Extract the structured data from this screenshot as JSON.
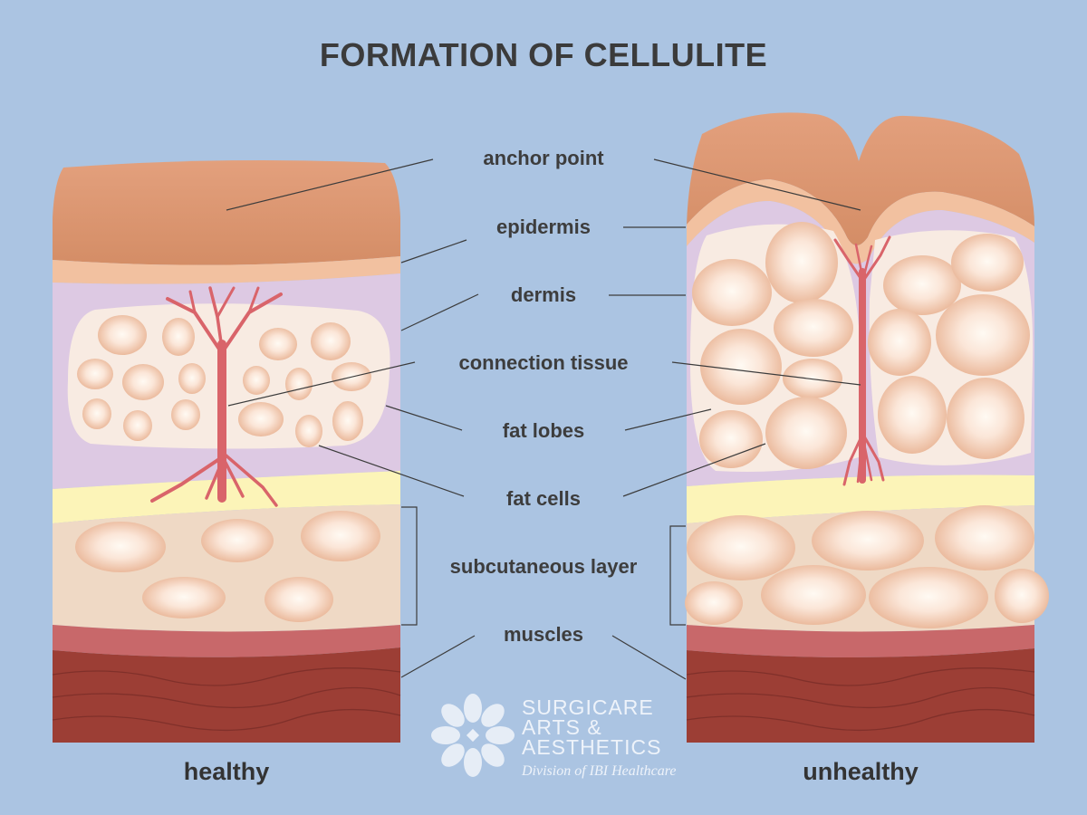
{
  "title": "FORMATION OF CELLULITE",
  "labels": {
    "anchor_point": "anchor point",
    "epidermis": "epidermis",
    "dermis": "dermis",
    "connection_tissue": "connection tissue",
    "fat_lobes": "fat lobes",
    "fat_cells": "fat cells",
    "subcutaneous_layer": "subcutaneous layer",
    "muscles": "muscles"
  },
  "captions": {
    "healthy": "healthy",
    "unhealthy": "unhealthy"
  },
  "logo": {
    "line1": "SURGICARE",
    "line2": "ARTS &",
    "line3": "AESTHETICS",
    "tagline": "Division of IBI Healthcare"
  },
  "colors": {
    "background": "#abc4e2",
    "skin_surface": "#d9926a",
    "epidermis": "#f2c1a0",
    "dermis": "#ddc9e3",
    "fat_lobe": "#f8ebe2",
    "fat_cell": "#f4c8ae",
    "connective_tissue": "#d9646a",
    "yellow_layer": "#fcf4b8",
    "subcutaneous": "#efd9c5",
    "muscle": "#9c3e35",
    "text": "#3b3b3b"
  }
}
